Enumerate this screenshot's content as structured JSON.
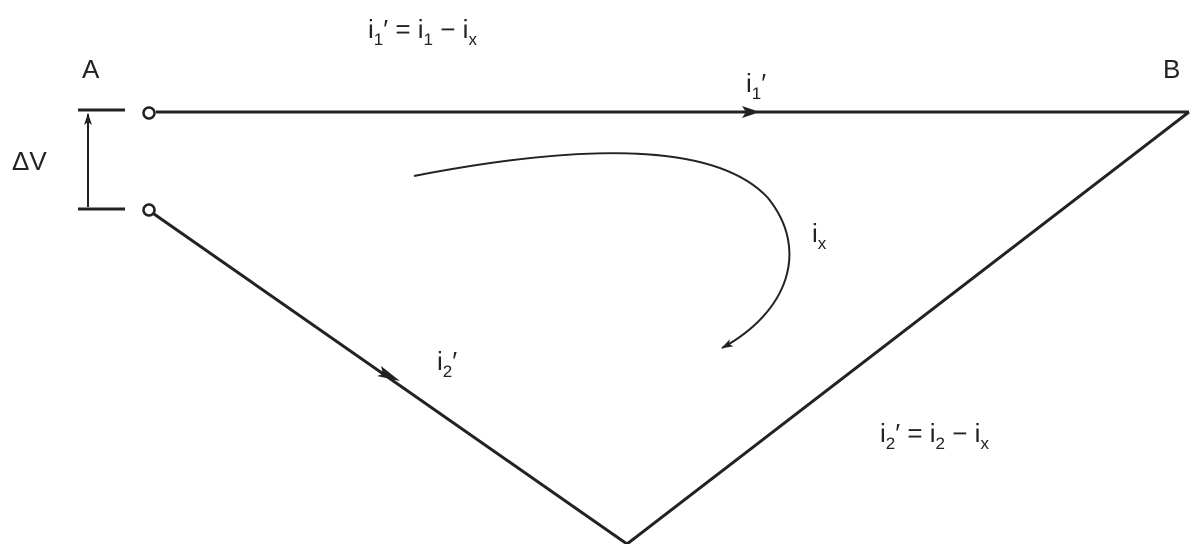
{
  "diagram": {
    "labels": {
      "point_a": "A",
      "point_b": "B",
      "voltage": "ΔV"
    },
    "currents": {
      "top_branch": {
        "base": "i",
        "sub": "1",
        "prime": "′"
      },
      "bottom_branch": {
        "base": "i",
        "sub": "2",
        "prime": "′"
      },
      "loop": {
        "base": "i",
        "sub": "x"
      }
    },
    "equations": {
      "top": {
        "lhs": {
          "base": "i",
          "sub": "1",
          "prime": "′"
        },
        "eq": " = ",
        "t1": {
          "base": "i",
          "sub": "1"
        },
        "op": " − ",
        "t2": {
          "base": "i",
          "sub": "x"
        }
      },
      "bottom": {
        "lhs": {
          "base": "i",
          "sub": "2",
          "prime": "′"
        },
        "eq": " = ",
        "t1": {
          "base": "i",
          "sub": "2"
        },
        "op": " − ",
        "t2": {
          "base": "i",
          "sub": "x"
        }
      }
    },
    "colors": {
      "line": "#222222",
      "background": "#ffffff"
    }
  }
}
